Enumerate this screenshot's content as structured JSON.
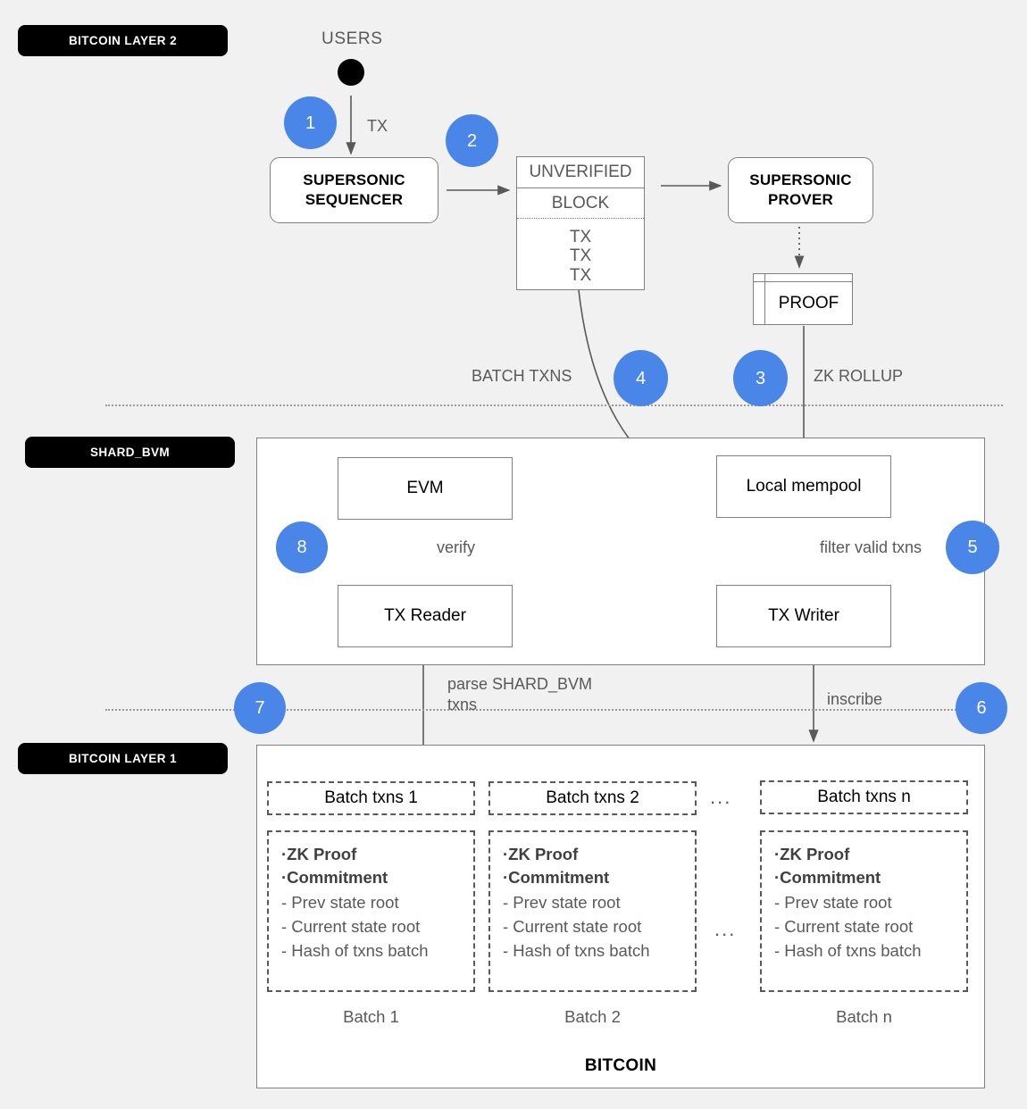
{
  "layers": {
    "l2_tag": "BITCOIN LAYER 2",
    "shard_tag": "SHARD_BVM",
    "l1_tag": "BITCOIN LAYER 1"
  },
  "top": {
    "users_label": "USERS",
    "sequencer_line1": "SUPERSONIC",
    "sequencer_line2": "SEQUENCER",
    "tx_arrow_label": "TX",
    "block": {
      "header": "UNVERIFIED",
      "subheader": "BLOCK",
      "tx1": "TX",
      "tx2": "TX",
      "tx3": "TX"
    },
    "prover_line1": "SUPERSONIC",
    "prover_line2": "PROVER",
    "proof_label": "PROOF",
    "batch_txns_label": "BATCH TXNS",
    "zk_rollup_label": "ZK ROLLUP"
  },
  "shard": {
    "evm": "EVM",
    "local_mempool": "Local mempool",
    "tx_reader": "TX Reader",
    "tx_writer": "TX Writer",
    "verify_label": "verify",
    "filter_label": "filter valid txns",
    "parse_label_line1": "parse SHARD_BVM",
    "parse_label_line2": "txns",
    "inscribe_label": "inscribe"
  },
  "steps": [
    {
      "n": "1"
    },
    {
      "n": "2"
    },
    {
      "n": "3"
    },
    {
      "n": "4"
    },
    {
      "n": "5"
    },
    {
      "n": "6"
    },
    {
      "n": "7"
    },
    {
      "n": "8"
    }
  ],
  "bitcoin": {
    "title": "BITCOIN",
    "ellipsis": "...",
    "batches": [
      {
        "txns_title": "Batch txns 1",
        "bullets": [
          "·ZK Proof",
          "·Commitment"
        ],
        "items": [
          "- Prev state root",
          "- Current state root",
          "- Hash of txns batch"
        ],
        "caption": "Batch 1"
      },
      {
        "txns_title": "Batch txns 2",
        "bullets": [
          "·ZK Proof",
          "·Commitment"
        ],
        "items": [
          "- Prev state root",
          "- Current state root",
          "- Hash of txns batch"
        ],
        "caption": "Batch 2"
      },
      {
        "txns_title": "Batch txns n",
        "bullets": [
          "·ZK Proof",
          "·Commitment"
        ],
        "items": [
          "- Prev state root",
          "- Current state root",
          "- Hash of txns batch"
        ],
        "caption": "Batch n"
      }
    ]
  },
  "colors": {
    "accent_blue": "#4a86e8",
    "background": "#f1f1f1",
    "stroke": "#808080",
    "text_gray": "#595959"
  }
}
